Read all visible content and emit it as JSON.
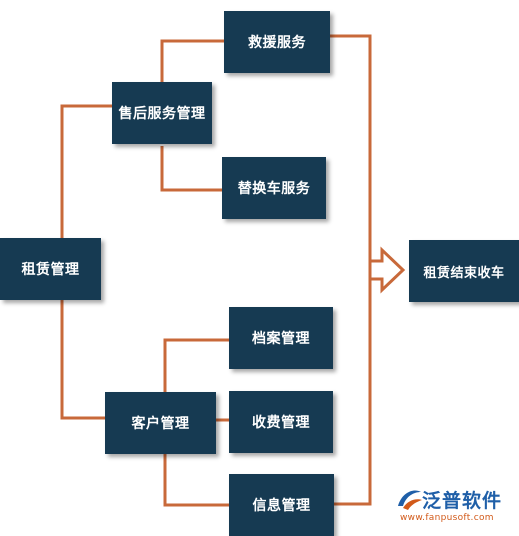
{
  "nodes": {
    "rental_management": "租赁管理",
    "after_sales": "售后服务管理",
    "rescue": "救援服务",
    "replacement": "替换车服务",
    "customer": "客户管理",
    "archive": "档案管理",
    "fee": "收费管理",
    "info": "信息管理",
    "rental_end": "租赁结束收车"
  },
  "watermark": {
    "brand": "泛普软件",
    "url": "www.fanpusoft.com"
  },
  "colors": {
    "node_fill": "#163a52",
    "connector": "#c8693a",
    "brand_blue": "#1f5fa8",
    "brand_orange": "#d25a1a"
  }
}
